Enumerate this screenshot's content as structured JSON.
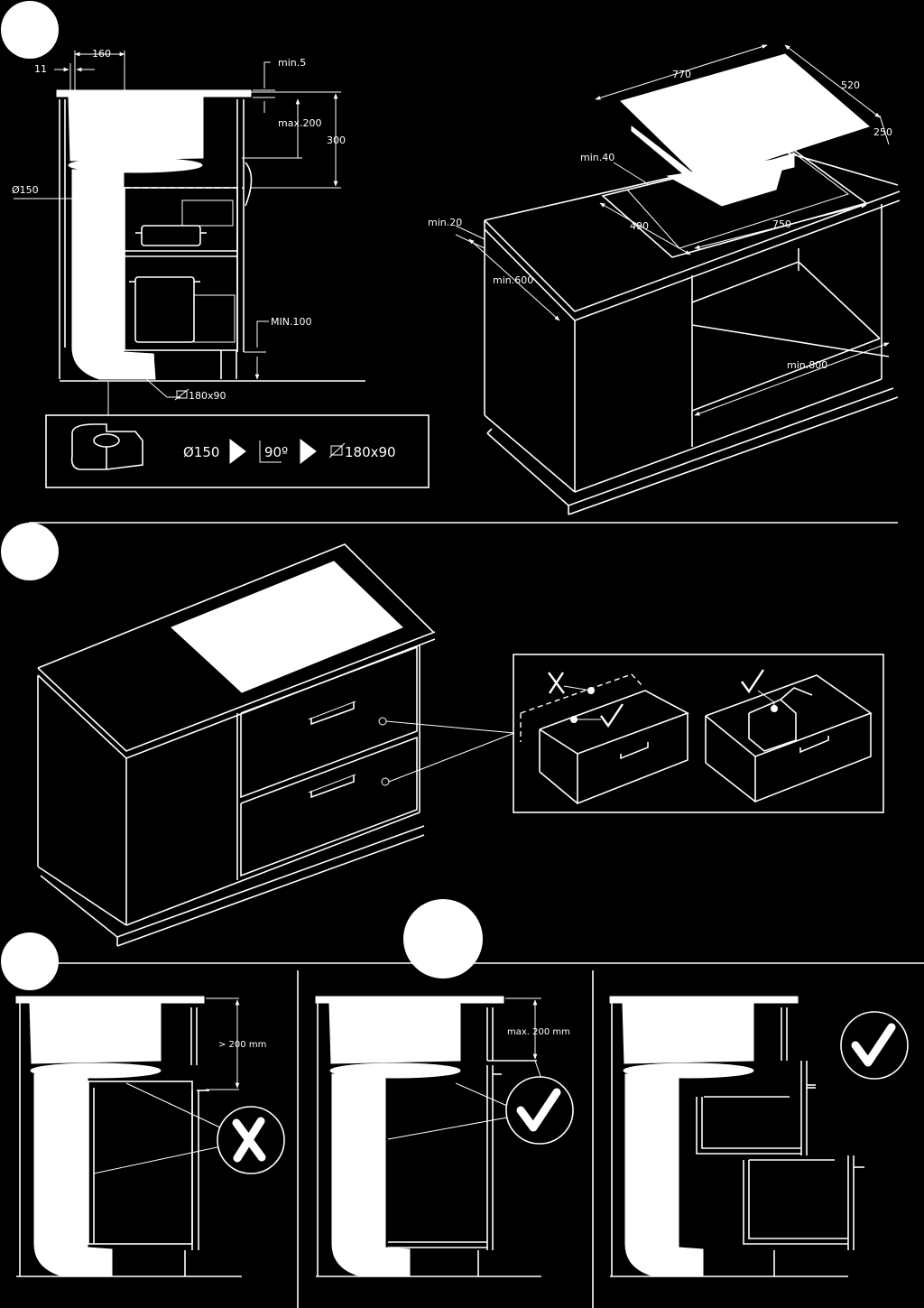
{
  "colors": {
    "background": "#000000",
    "line": "#ffffff"
  },
  "section1": {
    "side_view": {
      "dim_160": "160",
      "dim_11": "11",
      "dim_min5": "min.5",
      "dim_max200": "max.200",
      "dim_300": "300",
      "dim_d150": "Ø150",
      "dim_min100": "MIN.100",
      "dim_duct": "180x90"
    },
    "conversion_box": {
      "round": "Ø150",
      "angle": "90º",
      "rect": "180x90"
    },
    "cabinet_view": {
      "dim_770": "770",
      "dim_520": "520",
      "dim_250": "250",
      "dim_min40": "min.40",
      "dim_min20": "min.20",
      "dim_490": "490",
      "dim_750": "750",
      "dim_min600": "min.600",
      "dim_min800": "min.800"
    }
  },
  "section3": {
    "panel_a": {
      "dim_label": "> 200 mm",
      "status_icon": "cross-icon"
    },
    "panel_b": {
      "dim_label": "max. 200 mm",
      "status_icon": "check-icon"
    },
    "panel_c": {
      "status_icon": "check-icon"
    }
  }
}
